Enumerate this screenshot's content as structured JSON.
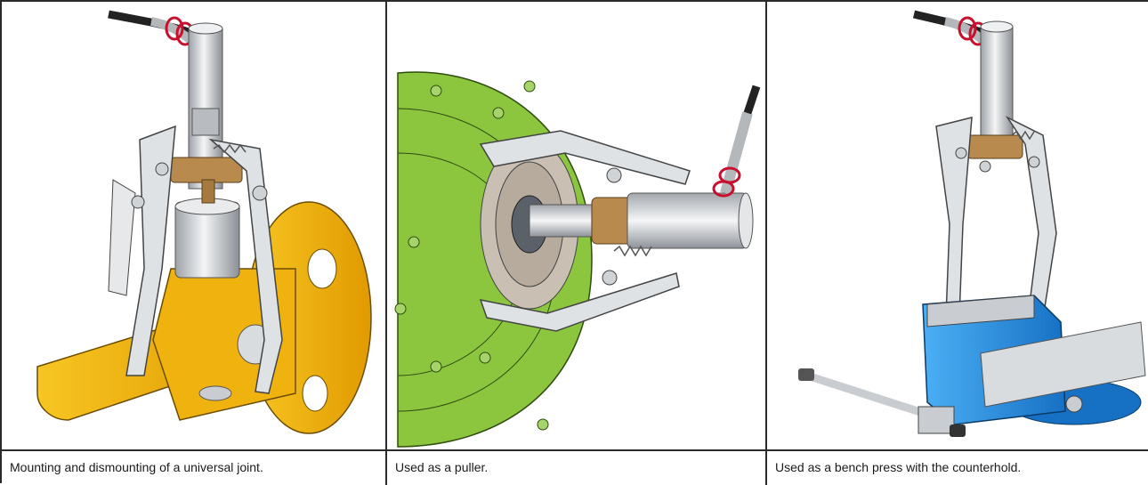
{
  "panels": [
    {
      "caption": "Mounting and dismounting of a universal joint."
    },
    {
      "caption": "Used as a puller."
    },
    {
      "caption": "Used as a bench press with the counterhold."
    }
  ],
  "colors": {
    "steel": "#c9ccd0",
    "bronze": "#b88a4e",
    "yellow": "#f3b300",
    "green": "#8cc63f",
    "blue": "#1f8fe0",
    "border": "#2a2a2a"
  }
}
